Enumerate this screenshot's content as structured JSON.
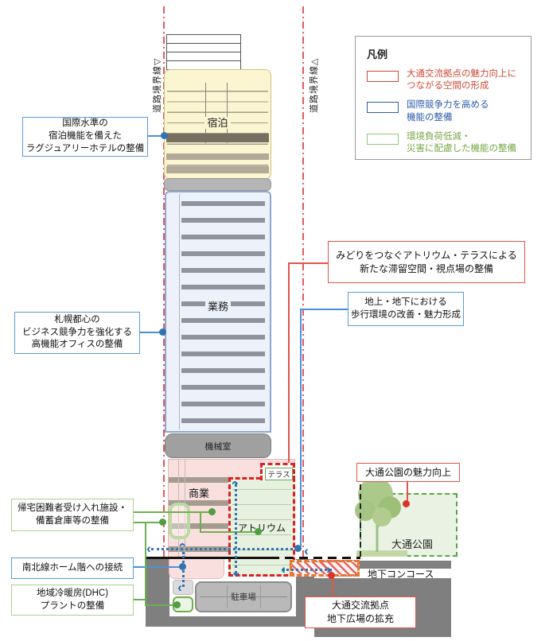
{
  "legend": {
    "title": "凡例",
    "items": [
      {
        "color": "#cf4a37",
        "lines": [
          "大通交流拠点の魅力向上に",
          "つながる空間の形成"
        ]
      },
      {
        "color": "#2e5ca8",
        "lines": [
          "国際競争力を高める",
          "機能の整備"
        ]
      },
      {
        "color": "#76a746",
        "lines": [
          "環境負荷低減・",
          "災害に配慮した機能の整備"
        ]
      }
    ]
  },
  "boundary": {
    "left": "道路境界線▽",
    "right": "道路境界線△"
  },
  "building": {
    "hotel": "宿泊",
    "office": "業務",
    "machine": "機械室",
    "commerce": "商業",
    "terrace": "テラス",
    "atrium": "アトリウム",
    "parking": "駐車場"
  },
  "site": {
    "park": "大通公園",
    "concourse": "地下コンコース"
  },
  "callouts": {
    "hotel": {
      "lines": [
        "国際水準の",
        "宿泊機能を備えた",
        "ラグジュアリーホテルの整備"
      ]
    },
    "office": {
      "lines": [
        "札幌都心の",
        "ビジネス競争力を強化する",
        "高機能オフィスの整備"
      ]
    },
    "atrium": {
      "lines": [
        "みどりをつなぐアトリウム・テラスによる",
        "新たな滞留空間・視点場の整備"
      ]
    },
    "walk": {
      "lines": [
        "地上・地下における",
        "歩行環境の改善・魅力形成"
      ]
    },
    "park": {
      "lines": [
        "大通公園の魅力向上"
      ]
    },
    "plaza": {
      "lines": [
        "大通交流拠点",
        "地下広場の拡充"
      ]
    },
    "shelter": {
      "lines": [
        "帰宅困難者受け入れ施設・",
        "備蓄倉庫等の整備"
      ]
    },
    "subway": {
      "lines": [
        "南北線ホーム階への接続"
      ]
    },
    "dhc": {
      "lines": [
        "地域冷暖房(DHC)",
        "プラントの整備"
      ]
    }
  },
  "icons": {
    "chevron_left": "‹",
    "chevron_right": "›",
    "tree": "tree-icon"
  },
  "colors": {
    "legend_red": "#cf4a37",
    "legend_blue": "#2e5ca8",
    "legend_green": "#76a746",
    "flow_blue": "#2e75b6",
    "boundary_red": "#e4595c",
    "atrium_border_red": "#e01f1f",
    "park_green": "#53a546",
    "hatch_orange": "#ed7d31"
  }
}
